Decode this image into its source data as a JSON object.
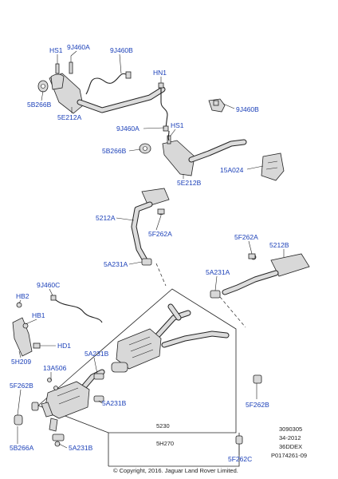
{
  "labels": {
    "hs1_top": "HS1",
    "j9j460a_top": "9J460A",
    "j9j460b_top": "9J460B",
    "b5b266b_top": "5B266B",
    "e5e212a": "5E212A",
    "hn1": "HN1",
    "j9j460b_right": "9J460B",
    "j9j460a_mid": "9J460A",
    "hs1_mid": "HS1",
    "b5b266b_mid": "5B266B",
    "a15a024": "15A024",
    "e5e212b": "5E212B",
    "p5212a": "5212A",
    "f5f262a_left": "5F262A",
    "f5f262a_right": "5F262A",
    "p5212b": "5212B",
    "a5a231a_left": "5A231A",
    "a5a231a_right": "5A231A",
    "j9j460c": "9J460C",
    "hb2": "HB2",
    "hb1": "HB1",
    "hd1": "HD1",
    "h5h209": "5H209",
    "a5a231b_top": "5A231B",
    "a13a506": "13A506",
    "f5f262b_left": "5F262B",
    "a5a231b_mid": "5A231B",
    "f5f262b_right": "5F262B",
    "b5b266a": "5B266A",
    "a5a231b_bot": "5A231B",
    "p5230": "5230",
    "h5h270": "5H270",
    "f5f262c": "5F262C"
  },
  "footer": {
    "ref1": "3090305",
    "ref2": "34-2012",
    "ref3": "36DDEX",
    "ref4": "P0174261-09",
    "copyright": "© Copyright, 2016. Jaguar Land Rover Limited."
  }
}
